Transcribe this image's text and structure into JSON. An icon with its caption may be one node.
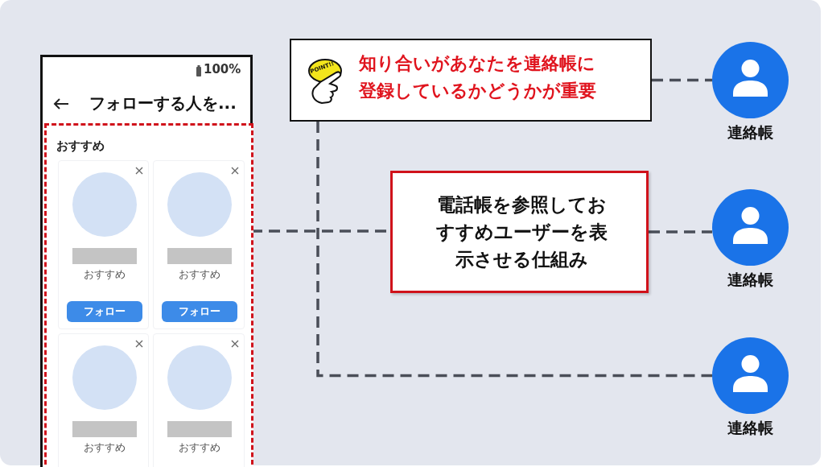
{
  "diagram": {
    "nodes": [
      {
        "text": [
          "フォローする人を..."
        ]
      },
      {
        "text": [
          "おすすめ"
        ],
        "in": 0
      },
      {
        "text": [
          "おすすめ",
          "フォロー"
        ],
        "in": 1
      },
      {
        "text": [
          "おすすめ",
          "フォロー"
        ],
        "in": 1
      },
      {
        "text": [
          "おすすめ"
        ],
        "in": 1
      },
      {
        "text": [
          "おすすめ"
        ],
        "in": 1
      },
      {
        "text": [
          "知り合いがあなたを連絡帳に登録しているかどうかが重要"
        ]
      },
      {
        "text": [
          "電話帳を参照しておすすめユーザーを表示させる仕組み"
        ]
      },
      {
        "text": [],
        "shape": "person",
        "beside": [
          "連絡帳"
        ]
      },
      {
        "text": [],
        "shape": "person",
        "beside": [
          "連絡帳"
        ]
      },
      {
        "text": [],
        "shape": "person",
        "beside": [
          "連絡帳"
        ]
      }
    ],
    "edges": [
      {
        "from": 1,
        "to": 7,
        "arrow": "none",
        "style": "dashed"
      },
      {
        "from": 7,
        "to": 9,
        "arrow": "none",
        "style": "dashed"
      },
      {
        "from": 6,
        "to": 8,
        "arrow": "none",
        "style": "dashed"
      },
      {
        "from": 6,
        "to": 10,
        "arrow": "none",
        "style": "dashed"
      }
    ],
    "labels": [
      "100%",
      "POINT!!"
    ]
  }
}
